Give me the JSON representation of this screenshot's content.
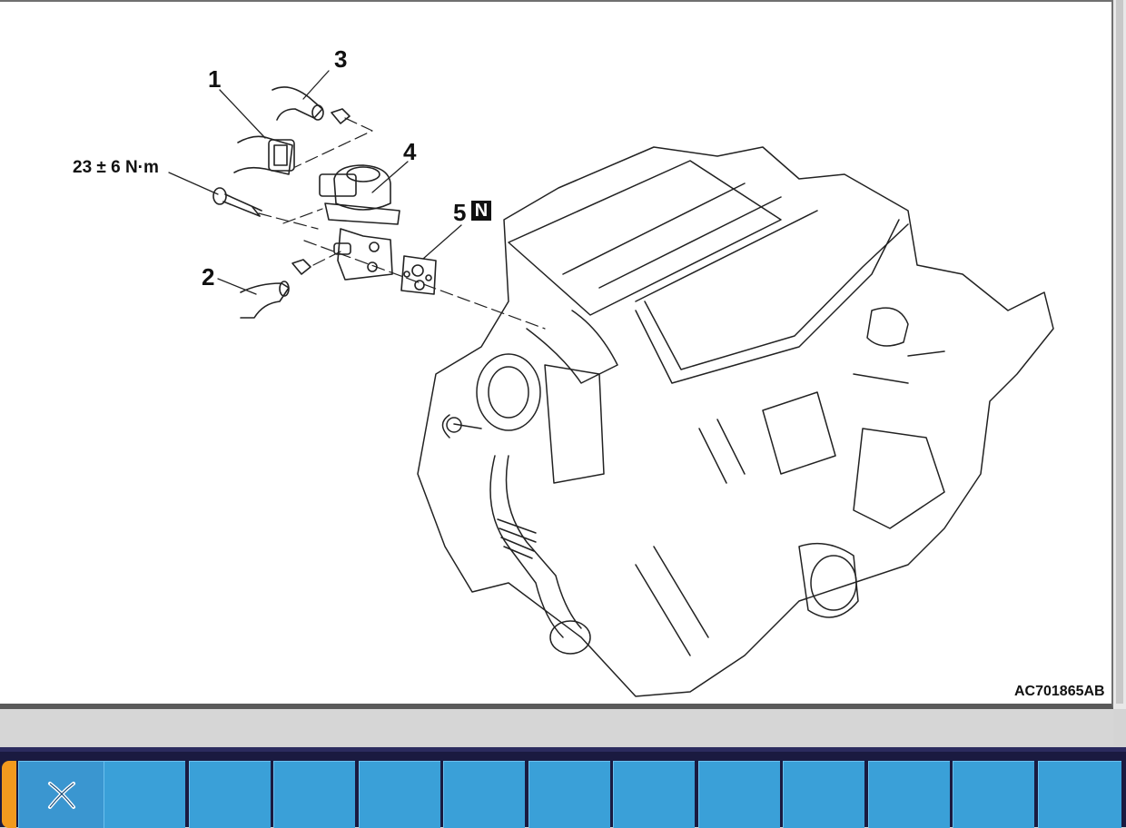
{
  "diagram": {
    "callouts": [
      {
        "id": "1",
        "label": "1"
      },
      {
        "id": "2",
        "label": "2"
      },
      {
        "id": "3",
        "label": "3"
      },
      {
        "id": "4",
        "label": "4"
      },
      {
        "id": "5",
        "label": "5"
      }
    ],
    "badge": "N",
    "torque": "23 ± 6 N·m",
    "figure_id": "AC701865AB"
  },
  "toolbar": {
    "buttons": [
      {
        "name": "close",
        "icon": "close-x-icon"
      },
      {
        "name": "empty"
      },
      {
        "name": "empty"
      },
      {
        "name": "empty"
      },
      {
        "name": "empty"
      },
      {
        "name": "empty"
      },
      {
        "name": "empty"
      },
      {
        "name": "empty"
      },
      {
        "name": "empty"
      },
      {
        "name": "empty"
      },
      {
        "name": "empty"
      },
      {
        "name": "empty"
      },
      {
        "name": "empty"
      }
    ],
    "colors": {
      "button": "#3aa0d8",
      "accent": "#f29a1e",
      "frame": "#1a1a40"
    }
  }
}
